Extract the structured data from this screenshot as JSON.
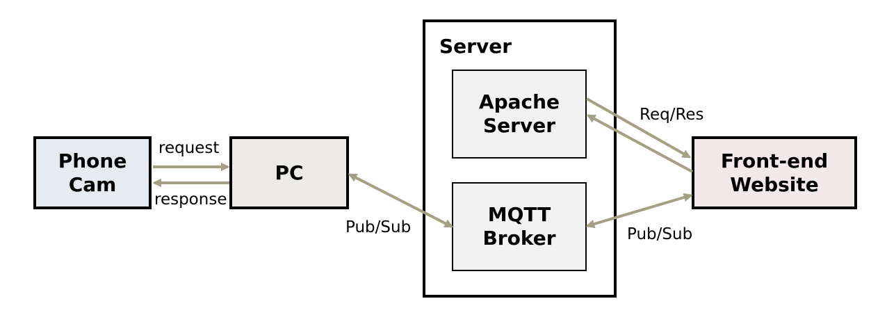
{
  "nodes": {
    "phone_cam": {
      "label": "Phone\nCam",
      "fill": "#e6ebf2"
    },
    "pc": {
      "label": "PC",
      "fill": "#ecebe6"
    },
    "server": {
      "label": "Server",
      "fill": "#ffffff"
    },
    "apache": {
      "label": "Apache\nServer",
      "fill": "#f2f2f2"
    },
    "mqtt": {
      "label": "MQTT\nBroker",
      "fill": "#f2f2f2"
    },
    "frontend": {
      "label": "Front-end\nWebsite",
      "fill": "#f3e9ea"
    }
  },
  "edges": {
    "request": "request",
    "response": "response",
    "pc_mqtt": "Pub/Sub",
    "apache_frontend": "Req/Res",
    "mqtt_frontend": "Pub/Sub"
  },
  "colors": {
    "arrow": "#a59f84",
    "border": "#000000"
  }
}
